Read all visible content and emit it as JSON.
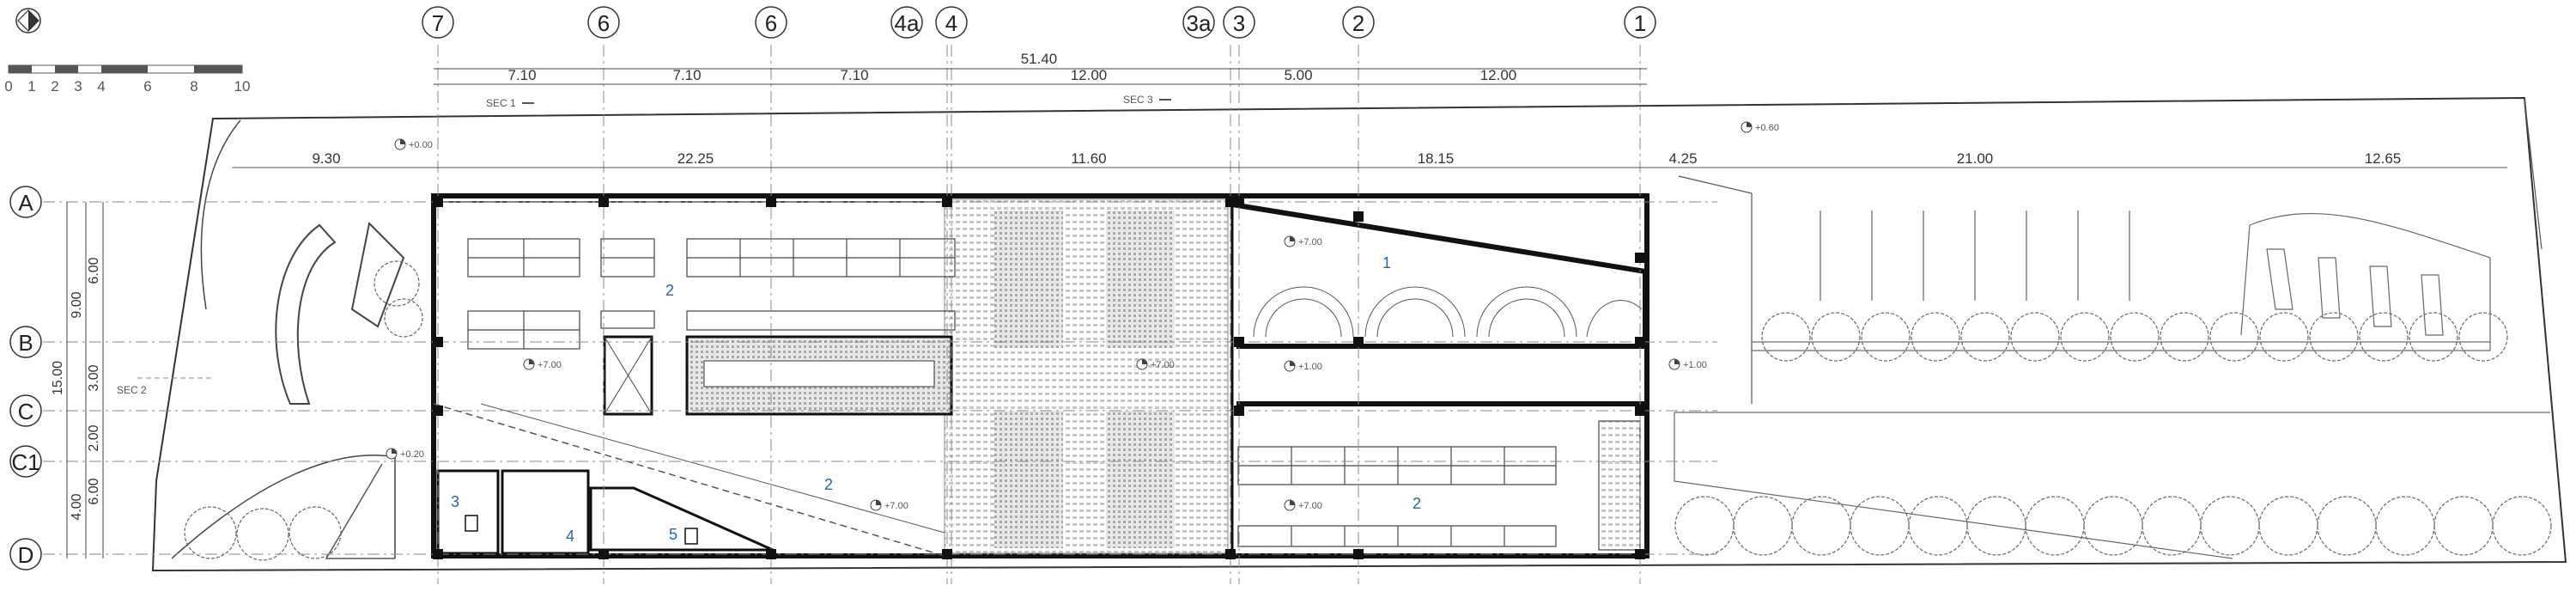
{
  "grid_columns": [
    "7",
    "6",
    "6",
    "4a",
    "4",
    "3a",
    "3",
    "2",
    "1"
  ],
  "grid_rows": [
    "A",
    "B",
    "C",
    "C1",
    "D"
  ],
  "top_dims": {
    "overall": "51.40",
    "spans": [
      "7.10",
      "7.10",
      "7.10",
      "12.00",
      "5.00",
      "12.00"
    ]
  },
  "site_dims": [
    "9.30",
    "22.25",
    "11.60",
    "18.15",
    "4.25",
    "21.00",
    "12.65"
  ],
  "left_dims": {
    "outer": "15.00",
    "middle": [
      "9.00",
      "4.00"
    ],
    "inner": [
      "6.00",
      "3.00",
      "2.00",
      "6.00"
    ]
  },
  "sections": [
    "SEC 1",
    "SEC 3",
    "SEC 2"
  ],
  "levels": [
    "+0.00",
    "+7.00",
    "+7.00",
    "+7.00",
    "+7.00",
    "+1.00",
    "+7.00",
    "+0.60",
    "+1.00",
    "+0.20"
  ],
  "rooms": [
    "1",
    "2",
    "2",
    "2",
    "3",
    "4",
    "5"
  ],
  "scale_bar": [
    "0",
    "1",
    "2",
    "3",
    "4",
    "6",
    "8",
    "10"
  ],
  "icons": {
    "north_arrow": "north-arrow-icon"
  },
  "colors": {
    "line": "#222222",
    "room_number": "#2a63b5",
    "hatch": "#bbbbbb"
  }
}
